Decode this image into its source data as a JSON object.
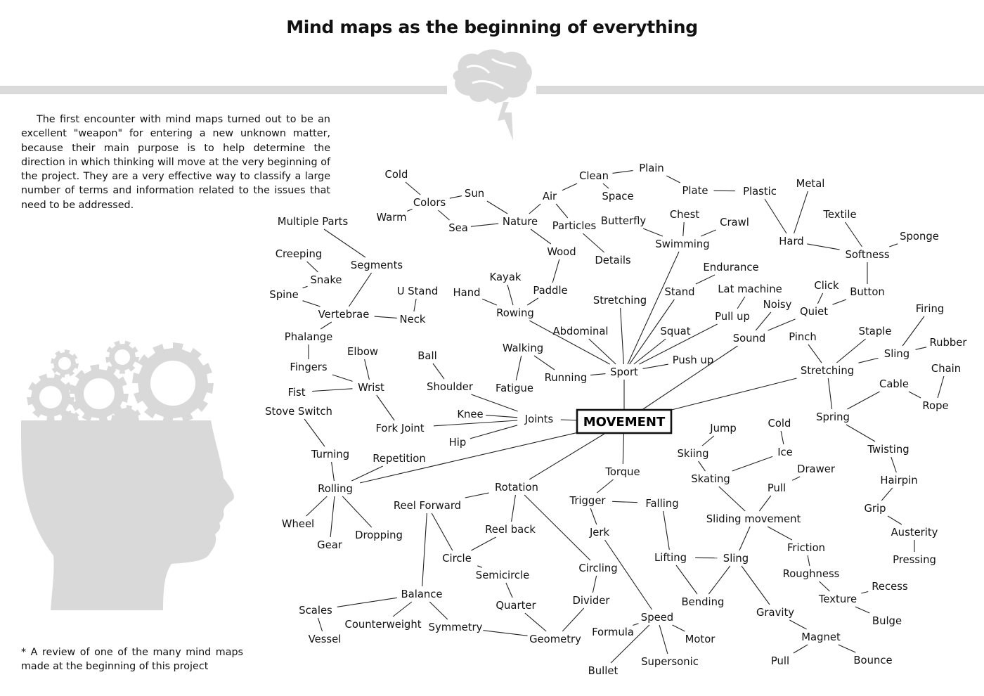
{
  "title": "Mind maps as the beginning of everything",
  "intro": "The first encounter with mind maps turned out to be an excellent \"weapon\" for entering a new unknown matter, because their main purpose is to help determine the direction in which thinking will move at the very beginning of the project. They are a very effective way to classify a large number of terms and information related to the issues that need to be addressed.",
  "footnote": "* A review of one of the many mind maps made at the beginning of this project",
  "colors": {
    "rule": "#d9d9d9",
    "illustration": "#d9d9d9",
    "ink": "#111111"
  },
  "icons": [
    "brain-icon",
    "lightning-bolt-icon",
    "head-silhouette-icon",
    "gear-icon"
  ],
  "center": "MOVEMENT",
  "nodes": [
    {
      "id": "cold1",
      "label": "Cold"
    },
    {
      "id": "colors",
      "label": "Colors"
    },
    {
      "id": "warm",
      "label": "Warm"
    },
    {
      "id": "sun",
      "label": "Sun"
    },
    {
      "id": "sea",
      "label": "Sea"
    },
    {
      "id": "nature",
      "label": "Nature"
    },
    {
      "id": "air",
      "label": "Air"
    },
    {
      "id": "clean",
      "label": "Clean"
    },
    {
      "id": "plain",
      "label": "Plain"
    },
    {
      "id": "space",
      "label": "Space"
    },
    {
      "id": "plate",
      "label": "Plate"
    },
    {
      "id": "plastic",
      "label": "Plastic"
    },
    {
      "id": "metal",
      "label": "Metal"
    },
    {
      "id": "hard",
      "label": "Hard"
    },
    {
      "id": "textile",
      "label": "Textile"
    },
    {
      "id": "sponge",
      "label": "Sponge"
    },
    {
      "id": "softness",
      "label": "Softness"
    },
    {
      "id": "button",
      "label": "Button"
    },
    {
      "id": "click",
      "label": "Click"
    },
    {
      "id": "quiet",
      "label": "Quiet"
    },
    {
      "id": "noisy",
      "label": "Noisy"
    },
    {
      "id": "sound",
      "label": "Sound"
    },
    {
      "id": "particles",
      "label": "Particles"
    },
    {
      "id": "details",
      "label": "Details"
    },
    {
      "id": "wood",
      "label": "Wood"
    },
    {
      "id": "paddle",
      "label": "Paddle"
    },
    {
      "id": "kayak",
      "label": "Kayak"
    },
    {
      "id": "hand",
      "label": "Hand"
    },
    {
      "id": "rowing",
      "label": "Rowing"
    },
    {
      "id": "butterfly",
      "label": "Butterfly"
    },
    {
      "id": "chest",
      "label": "Chest"
    },
    {
      "id": "crawl",
      "label": "Crawl"
    },
    {
      "id": "swimming",
      "label": "Swimming"
    },
    {
      "id": "endurance",
      "label": "Endurance"
    },
    {
      "id": "stand",
      "label": "Stand"
    },
    {
      "id": "stretching1",
      "label": "Stretching"
    },
    {
      "id": "latmachine",
      "label": "Lat machine"
    },
    {
      "id": "pullup",
      "label": "Pull up"
    },
    {
      "id": "abdominal",
      "label": "Abdominal"
    },
    {
      "id": "squat",
      "label": "Squat"
    },
    {
      "id": "pushup",
      "label": "Push up"
    },
    {
      "id": "sport",
      "label": "Sport"
    },
    {
      "id": "walking",
      "label": "Walking"
    },
    {
      "id": "running",
      "label": "Running"
    },
    {
      "id": "fatigue",
      "label": "Fatigue"
    },
    {
      "id": "multipleparts",
      "label": "Multiple Parts"
    },
    {
      "id": "segments",
      "label": "Segments"
    },
    {
      "id": "creeping",
      "label": "Creeping"
    },
    {
      "id": "snake",
      "label": "Snake"
    },
    {
      "id": "spine",
      "label": "Spine"
    },
    {
      "id": "vertebrae",
      "label": "Vertebrae"
    },
    {
      "id": "ustand",
      "label": "U Stand"
    },
    {
      "id": "neck",
      "label": "Neck"
    },
    {
      "id": "phalange",
      "label": "Phalange"
    },
    {
      "id": "fingers",
      "label": "Fingers"
    },
    {
      "id": "elbow",
      "label": "Elbow"
    },
    {
      "id": "wrist",
      "label": "Wrist"
    },
    {
      "id": "fist",
      "label": "Fist"
    },
    {
      "id": "ball",
      "label": "Ball"
    },
    {
      "id": "shoulder",
      "label": "Shoulder"
    },
    {
      "id": "knee",
      "label": "Knee"
    },
    {
      "id": "joints",
      "label": "Joints"
    },
    {
      "id": "forkjoint",
      "label": "Fork Joint"
    },
    {
      "id": "hip",
      "label": "Hip"
    },
    {
      "id": "stoveswitch",
      "label": "Stove Switch"
    },
    {
      "id": "turning",
      "label": "Turning"
    },
    {
      "id": "repetition",
      "label": "Repetition"
    },
    {
      "id": "rolling",
      "label": "Rolling"
    },
    {
      "id": "wheel",
      "label": "Wheel"
    },
    {
      "id": "gear",
      "label": "Gear"
    },
    {
      "id": "dropping",
      "label": "Dropping"
    },
    {
      "id": "rotation",
      "label": "Rotation"
    },
    {
      "id": "reelforward",
      "label": "Reel Forward"
    },
    {
      "id": "reelback",
      "label": "Reel back"
    },
    {
      "id": "circle",
      "label": "Circle"
    },
    {
      "id": "semicircle",
      "label": "Semicircle"
    },
    {
      "id": "circling",
      "label": "Circling"
    },
    {
      "id": "divider",
      "label": "Divider"
    },
    {
      "id": "quarter",
      "label": "Quarter"
    },
    {
      "id": "balance",
      "label": "Balance"
    },
    {
      "id": "scales",
      "label": "Scales"
    },
    {
      "id": "vessel",
      "label": "Vessel"
    },
    {
      "id": "counterweight",
      "label": "Counterweight"
    },
    {
      "id": "symmetry",
      "label": "Symmetry"
    },
    {
      "id": "geometry",
      "label": "Geometry"
    },
    {
      "id": "torque",
      "label": "Torque"
    },
    {
      "id": "trigger",
      "label": "Trigger"
    },
    {
      "id": "falling",
      "label": "Falling"
    },
    {
      "id": "jerk",
      "label": "Jerk"
    },
    {
      "id": "lifting",
      "label": "Lifting"
    },
    {
      "id": "sling1",
      "label": "Sling"
    },
    {
      "id": "bending",
      "label": "Bending"
    },
    {
      "id": "speed",
      "label": "Speed"
    },
    {
      "id": "formula",
      "label": "Formula"
    },
    {
      "id": "motor",
      "label": "Motor"
    },
    {
      "id": "supersonic",
      "label": "Supersonic"
    },
    {
      "id": "bullet",
      "label": "Bullet"
    },
    {
      "id": "jump",
      "label": "Jump"
    },
    {
      "id": "cold2",
      "label": "Cold"
    },
    {
      "id": "ice",
      "label": "Ice"
    },
    {
      "id": "skiing",
      "label": "Skiing"
    },
    {
      "id": "skating",
      "label": "Skating"
    },
    {
      "id": "drawer",
      "label": "Drawer"
    },
    {
      "id": "pull1",
      "label": "Pull"
    },
    {
      "id": "slidingmovement",
      "label": "Sliding movement"
    },
    {
      "id": "friction",
      "label": "Friction"
    },
    {
      "id": "roughness",
      "label": "Roughness"
    },
    {
      "id": "texture",
      "label": "Texture"
    },
    {
      "id": "recess",
      "label": "Recess"
    },
    {
      "id": "bulge",
      "label": "Bulge"
    },
    {
      "id": "gravity",
      "label": "Gravity"
    },
    {
      "id": "magnet",
      "label": "Magnet"
    },
    {
      "id": "pull2",
      "label": "Pull"
    },
    {
      "id": "bounce",
      "label": "Bounce"
    },
    {
      "id": "pinch",
      "label": "Pinch"
    },
    {
      "id": "staple",
      "label": "Staple"
    },
    {
      "id": "firing",
      "label": "Firing"
    },
    {
      "id": "rubber",
      "label": "Rubber"
    },
    {
      "id": "sling2",
      "label": "Sling"
    },
    {
      "id": "stretching2",
      "label": "Stretching"
    },
    {
      "id": "chain",
      "label": "Chain"
    },
    {
      "id": "cable",
      "label": "Cable"
    },
    {
      "id": "rope",
      "label": "Rope"
    },
    {
      "id": "spring",
      "label": "Spring"
    },
    {
      "id": "twisting",
      "label": "Twisting"
    },
    {
      "id": "hairpin",
      "label": "Hairpin"
    },
    {
      "id": "grip",
      "label": "Grip"
    },
    {
      "id": "austerity",
      "label": "Austerity"
    },
    {
      "id": "pressing",
      "label": "Pressing"
    }
  ]
}
